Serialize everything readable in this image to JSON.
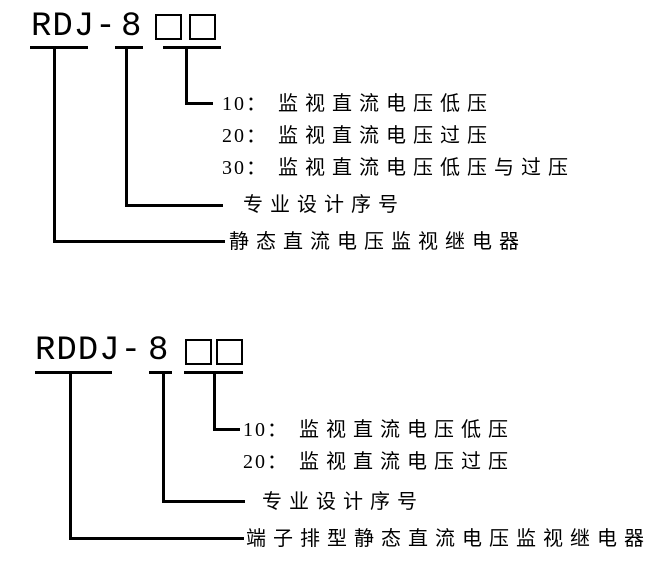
{
  "diagram1": {
    "model": "RDJ-",
    "series": "8",
    "options": [
      {
        "code": "10：",
        "desc": "监视直流电压低压"
      },
      {
        "code": "20：",
        "desc": "监视直流电压过压"
      },
      {
        "code": "30：",
        "desc": "监视直流电压低压与过压"
      }
    ],
    "series_label": "专业设计序号",
    "model_label": "静态直流电压监视继电器"
  },
  "diagram2": {
    "model": "RDDJ-",
    "series": "8",
    "options": [
      {
        "code": "10：",
        "desc": "监视直流电压低压"
      },
      {
        "code": "20：",
        "desc": "监视直流电压过压"
      }
    ],
    "series_label": "专业设计序号",
    "model_label": "端子排型静态直流电压监视继电器"
  },
  "colors": {
    "line": "#000000",
    "text": "#000000",
    "background": "#ffffff"
  }
}
